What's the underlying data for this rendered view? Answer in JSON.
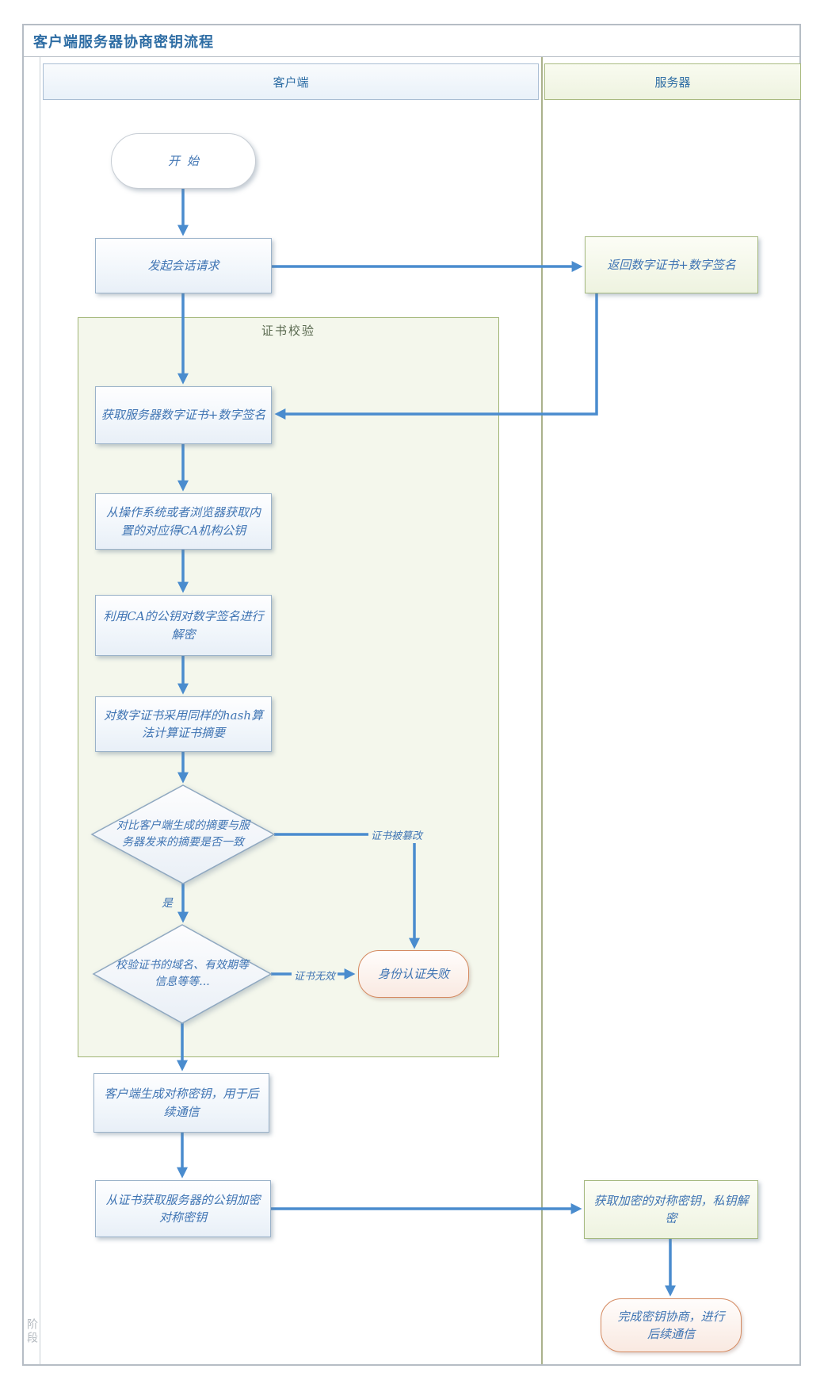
{
  "title": "客户端服务器协商密钥流程",
  "phase_label": "阶段",
  "lanes": {
    "client": "客户端",
    "server": "服务器"
  },
  "group_title": "证书校验",
  "nodes": {
    "start": "开始",
    "session_request": "发起会话请求",
    "return_cert": "返回数字证书+数字签名",
    "get_cert": "获取服务器数字证书+数字签名",
    "get_ca_key": "从操作系统或者浏览器获取内置的对应得CA机构公钥",
    "decrypt_sig": "利用CA的公钥对数字签名进行解密",
    "hash_digest": "对数字证书采用同样的hash算法计算证书摘要",
    "compare_digest": "对比客户端生成的摘要与服务器发来的摘要是否一致",
    "verify_fields": "校验证书的域名、有效期等信息等等...",
    "auth_fail": "身份认证失败",
    "gen_sym_key": "客户端生成对称密钥，用于后续通信",
    "encrypt_sym_key": "从证书获取服务器的公钥加密对称密钥",
    "server_decrypt": "获取加密的对称密钥，私钥解密",
    "finish": "完成密钥协商，进行后续通信"
  },
  "edge_labels": {
    "yes": "是",
    "tampered": "证书被篡改",
    "invalid": "证书无效"
  },
  "colors": {
    "arrow_blue": "#4a8cce",
    "text_blue": "#3f74b3",
    "title_blue": "#2e6da4",
    "group_border_green": "#a0b474",
    "group_fill": "#f4f7ec",
    "server_border_green": "#a4b87e",
    "fail_border_orange": "#d4895f"
  }
}
